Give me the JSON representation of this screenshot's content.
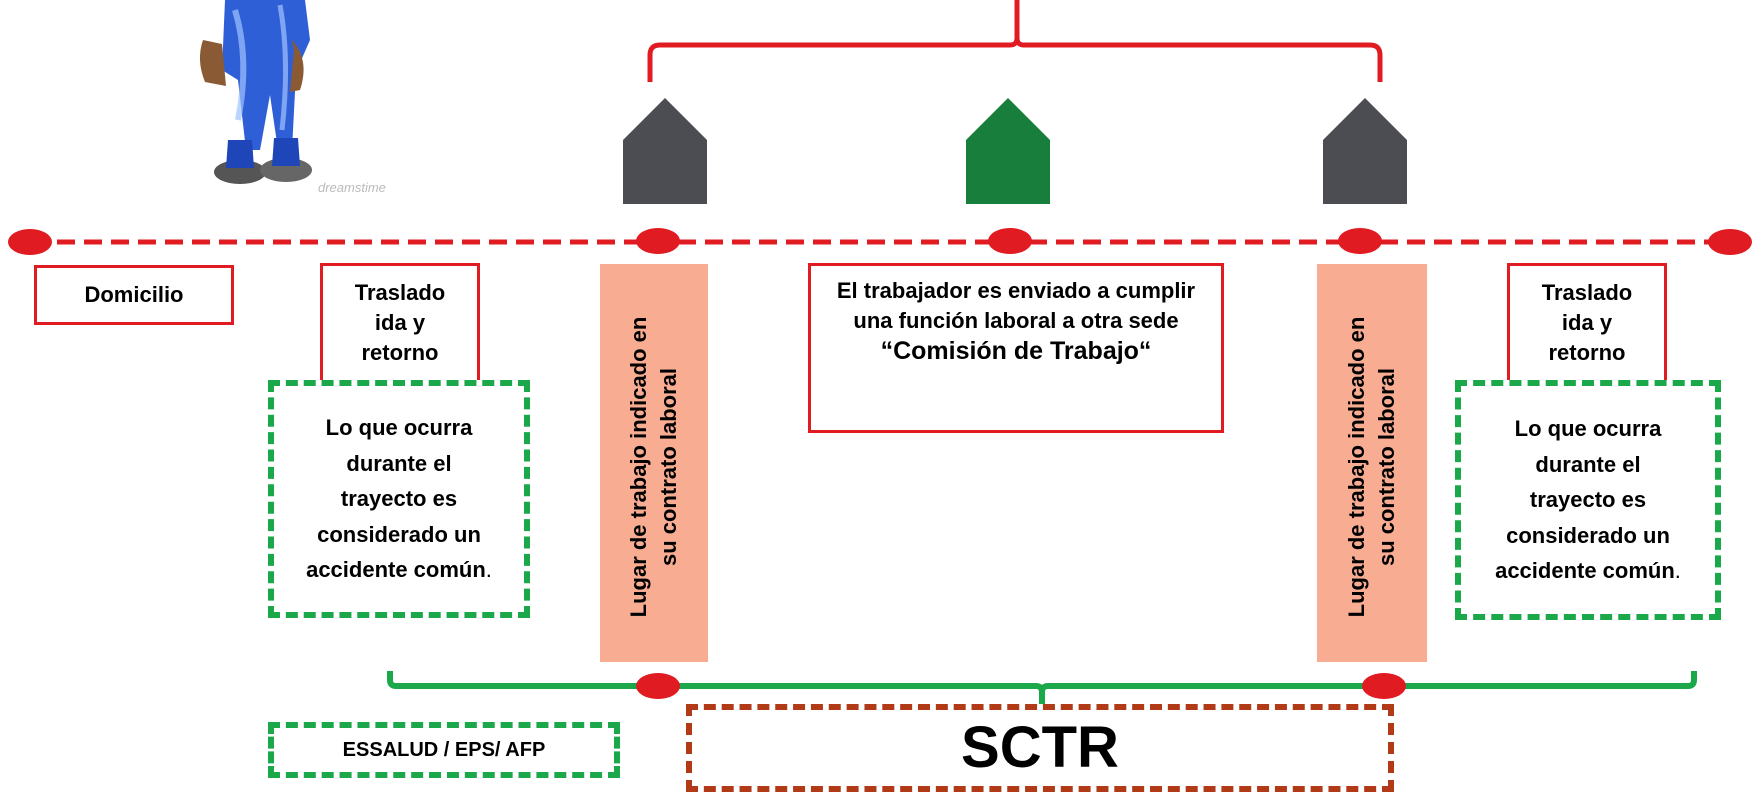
{
  "colors": {
    "timeline": "#e11b22",
    "node": "#e11b22",
    "house_gray": "#4b4d52",
    "house_green": "#177f3b",
    "green_bracket": "#1aa84a",
    "sctr_border": "#b23a16",
    "salmon": "#f8ac92",
    "worker": "blue-worker-figure"
  },
  "labels": {
    "domicilio": "Domicilio",
    "traslado_left": [
      "Traslado",
      "ida y",
      "retorno"
    ],
    "traslado_right": [
      "Traslado",
      "ida y",
      "retorno"
    ],
    "trayecto_left": [
      "Lo que ocurra",
      "durante el",
      "trayecto es",
      "considerado un",
      "accidente común",
      "."
    ],
    "trayecto_right": [
      "Lo que ocurra",
      "durante el",
      "trayecto es",
      "considerado un",
      "accidente común",
      "."
    ],
    "lugar_left": [
      "Lugar de trabajo indicado en",
      "su contrato laboral"
    ],
    "lugar_right": [
      "Lugar de trabajo indicado en",
      "su contrato laboral"
    ],
    "comision": [
      "El trabajador es enviado a cumplir",
      "una función laboral a otra sede"
    ],
    "comision_title": "“Comisión de Trabajo“",
    "essalud": "ESSALUD / EPS/ AFP",
    "sctr": "SCTR"
  },
  "icons": {
    "worker": "worker-figure-icon",
    "house": "house-icon"
  }
}
